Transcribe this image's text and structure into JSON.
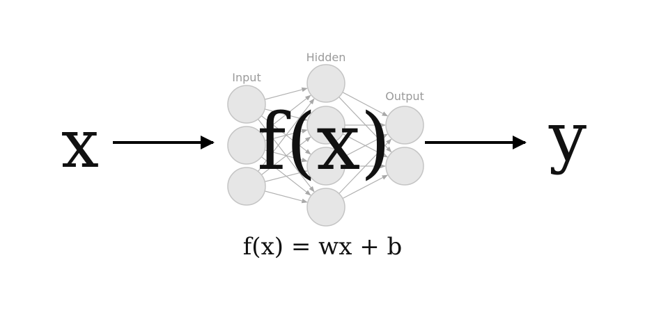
{
  "diagram": {
    "input_symbol": "x",
    "function_symbol": "f(x)",
    "output_symbol": "y",
    "equation": "f(x) = wx + b",
    "network": {
      "layers": [
        {
          "label": "Input",
          "nodes": 3
        },
        {
          "label": "Hidden",
          "nodes": 4
        },
        {
          "label": "Output",
          "nodes": 2
        }
      ]
    },
    "colors": {
      "text": "#111111",
      "node_fill": "#e6e6e6",
      "node_stroke": "#c4c4c4",
      "edge": "#b0b0b0",
      "layer_label": "#9a9a9a",
      "arrow": "#000000"
    }
  }
}
